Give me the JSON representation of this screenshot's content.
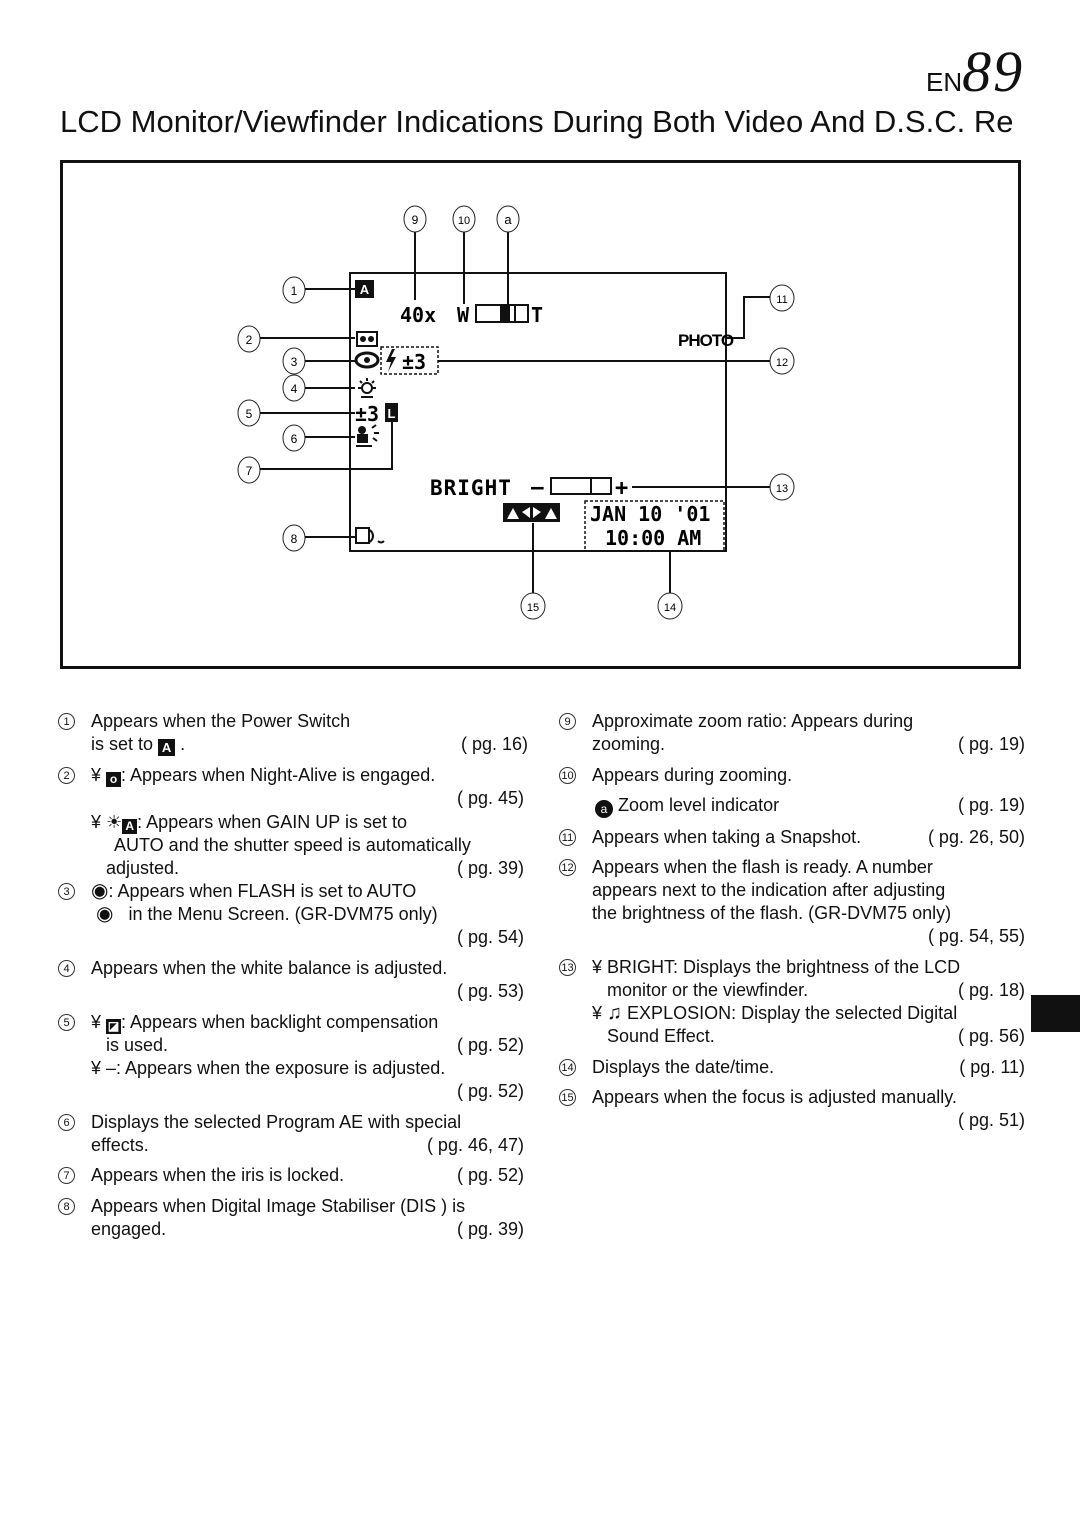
{
  "page": {
    "prefix": "EN",
    "number": "89"
  },
  "title": "LCD Monitor/Viewfinder Indications During Both Video And D.S.C. Re",
  "diagram": {
    "callouts_top": [
      "9",
      "10",
      "a"
    ],
    "callouts_left": [
      "1",
      "2",
      "3",
      "4",
      "5",
      "6",
      "7",
      "8"
    ],
    "callouts_right": [
      "11",
      "12",
      "13"
    ],
    "callouts_bottom": [
      "15",
      "14"
    ],
    "zoom_ratio": "40x",
    "zoom_w": "W",
    "zoom_t": "T",
    "photo": "PHOTO",
    "flash": "±3",
    "exposure": "±3",
    "bright": "BRIGHT",
    "bright_minus": "–",
    "bright_plus": "+",
    "date": "JAN 10 '01",
    "time": "10:00 AM"
  },
  "left_items": [
    {
      "num": "1",
      "l1": "Appears when the Power Switch",
      "l2": "is set to",
      "l2b": ".",
      "pg": "( pg. 16)"
    },
    {
      "num": "2",
      "l1": "¥",
      "l1b": ": Appears when Night-Alive is engaged.",
      "pg1": "( pg. 45)",
      "l3": "¥",
      "l3b": ": Appears when GAIN UP is set to",
      "l4": "AUTO and the shutter speed is automatically",
      "l5": "adjusted.",
      "pg2": "( pg. 39)"
    },
    {
      "num": "3",
      "l1": ": Appears when FLASH is set to AUTO",
      "l2": "in the Menu Screen. (GR-DVM75 only)",
      "pg": "( pg. 54)"
    },
    {
      "num": "4",
      "l1": "Appears when the white balance is adjusted.",
      "pg": "( pg. 53)"
    },
    {
      "num": "5",
      "l1": "¥",
      "l1b": ": Appears when backlight compensation",
      "l2": "is used.",
      "pg1": "( pg. 52)",
      "l3": "¥ –: Appears when the exposure is adjusted.",
      "pg2": "( pg. 52)"
    },
    {
      "num": "6",
      "l1": "Displays the selected Program AE with special",
      "l2": "effects.",
      "pg": "( pg. 46, 47)"
    },
    {
      "num": "7",
      "l1": "Appears when the iris is locked.",
      "pg": "( pg. 52)"
    },
    {
      "num": "8",
      "l1": "Appears when Digital Image Stabiliser (DIS ) is",
      "l2": "engaged.",
      "pg": "( pg. 39)"
    }
  ],
  "right_items": [
    {
      "num": "9",
      "l1": "Approximate zoom ratio: Appears during",
      "l2": "zooming.",
      "pg": "( pg. 19)"
    },
    {
      "num": "10",
      "l1": "Appears during zooming.",
      "l2": "Zoom level indicator",
      "pg": "( pg. 19)",
      "sub": "a"
    },
    {
      "num": "11",
      "l1": "Appears when taking a Snapshot.",
      "pg": "( pg. 26, 50)"
    },
    {
      "num": "12",
      "l1": "Appears when the flash is ready. A number",
      "l2": "appears next to the indication after adjusting",
      "l3": "the brightness of the flash. (GR-DVM75 only)",
      "pg": "( pg. 54, 55)"
    },
    {
      "num": "13",
      "l1": "¥ BRIGHT: Displays the brightness of the LCD",
      "l2": "monitor or the viewfinder.",
      "pg1": "( pg. 18)",
      "l3": "¥",
      "l3b": "EXPLOSION: Display the selected Digital",
      "l4": "Sound Effect.",
      "pg2": "( pg. 56)"
    },
    {
      "num": "14",
      "l1": "Displays the date/time.",
      "pg": "( pg. 11)"
    },
    {
      "num": "15",
      "l1": "Appears when the focus is adjusted manually.",
      "pg": "( pg. 51)"
    }
  ]
}
